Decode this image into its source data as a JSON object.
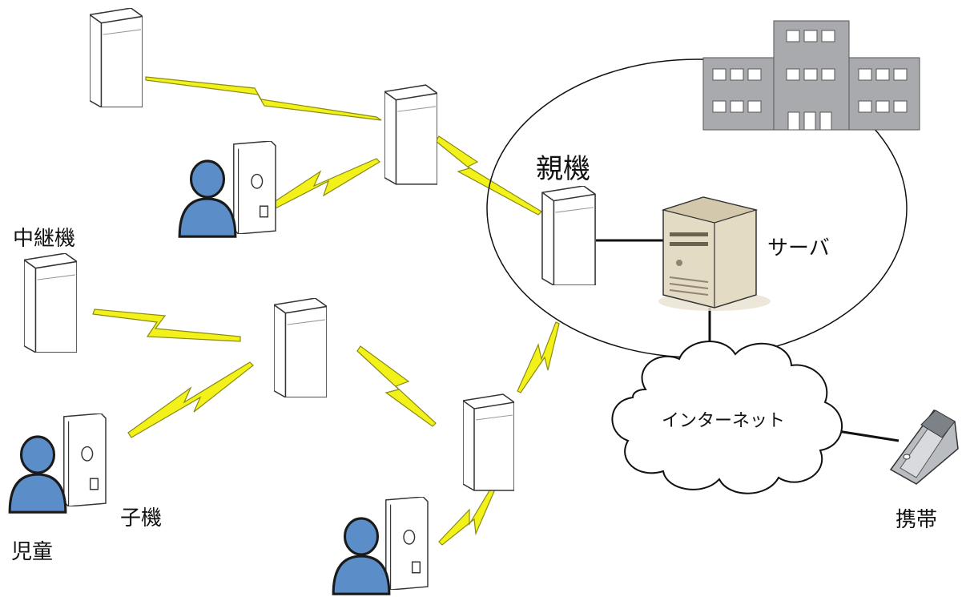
{
  "labels": {
    "parent_unit": "親機",
    "server": "サーバ",
    "relay": "中継機",
    "child_unit": "子機",
    "child": "児童",
    "internet": "インターネット",
    "mobile": "携帯"
  },
  "colors": {
    "lightning": "#f2f21a",
    "lightning_stroke": "#8a8a10",
    "person": "#5b8ec9",
    "school": "#a9aaae",
    "server": "#e4dbc4",
    "phone": "#b9bcc1"
  }
}
